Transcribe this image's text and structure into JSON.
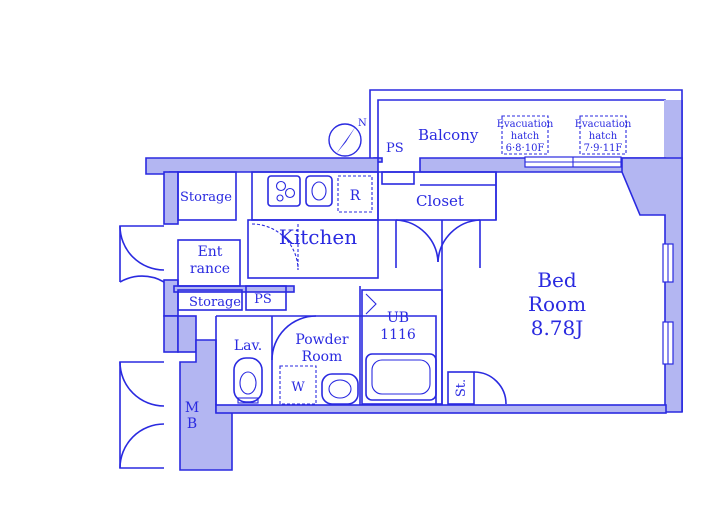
{
  "rooms": {
    "balcony": "Balcony",
    "ps_top": "PS",
    "evac1": [
      "Evacuation",
      "hatch",
      "6·8·10F"
    ],
    "evac2": [
      "Evacuation",
      "hatch",
      "7·9·11F"
    ],
    "storage_top": "Storage",
    "refrigerator": "R",
    "kitchen": "Kitchen",
    "closet": "Closet",
    "entrance": [
      "Ent",
      "rance"
    ],
    "storage_bottom": "Storage",
    "ps_small": "PS",
    "powder_room": [
      "Powder",
      "Room"
    ],
    "ub": [
      "UB",
      "1116"
    ],
    "lav": "Lav.",
    "washer": "W",
    "mb": [
      "M",
      "B"
    ],
    "st": "St.",
    "bedroom": [
      "Bed",
      "Room",
      "8.78J"
    ]
  },
  "compass": {
    "label": "N"
  },
  "colors": {
    "line": "#2a2ae0",
    "wall_fill": "#b3b6f2",
    "background": "#ffffff"
  }
}
